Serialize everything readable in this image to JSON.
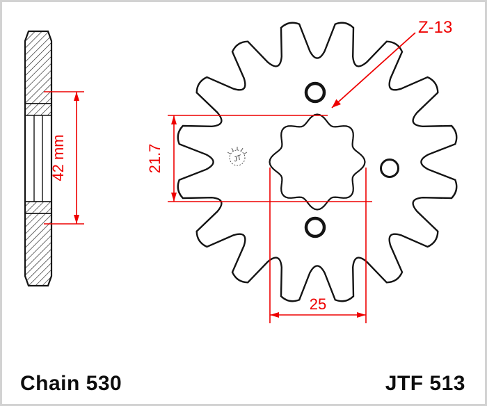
{
  "frame": {
    "background": "#ffffff",
    "border_color": "#d2d2d2"
  },
  "drawing": {
    "line_color": "#141414",
    "dimension_color": "#ee0000",
    "teeth_drawn": 16,
    "callout": {
      "teeth_label": "Z-13"
    },
    "dimensions": {
      "hub_width": "42 mm",
      "spline_minor": "21.7",
      "spline_major": "25"
    },
    "logo_stamp": "JT"
  },
  "footer": {
    "chain_label": "Chain 530",
    "model_label": "JTF 513"
  }
}
